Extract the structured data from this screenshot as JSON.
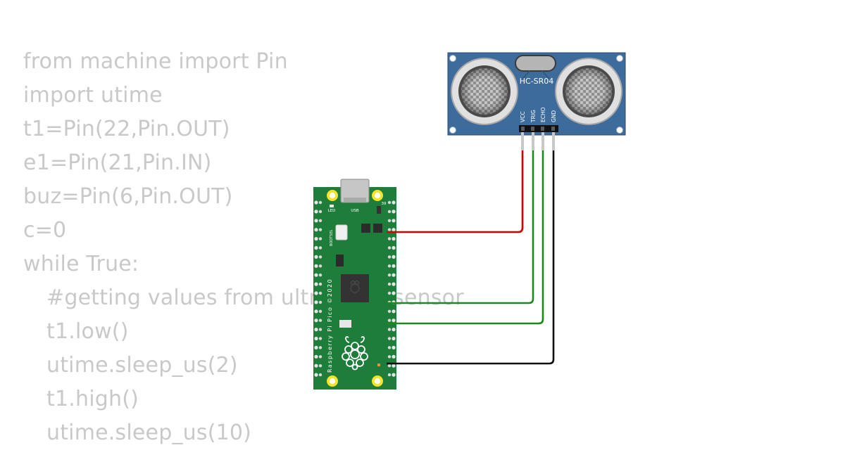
{
  "code": {
    "lines": [
      {
        "text": "from machine import Pin",
        "indent": 0
      },
      {
        "text": "import utime",
        "indent": 0
      },
      {
        "text": "t1=Pin(22,Pin.OUT)",
        "indent": 0
      },
      {
        "text": "e1=Pin(21,Pin.IN)",
        "indent": 0
      },
      {
        "text": "buz=Pin(6,Pin.OUT)",
        "indent": 0
      },
      {
        "text": "c=0",
        "indent": 0
      },
      {
        "text": "while True:",
        "indent": 0
      },
      {
        "text": "#getting values from ultrasonic sensor",
        "indent": 1
      },
      {
        "text": "t1.low()",
        "indent": 1
      },
      {
        "text": "utime.sleep_us(2)",
        "indent": 1
      },
      {
        "text": "t1.high()",
        "indent": 1
      },
      {
        "text": "utime.sleep_us(10)",
        "indent": 1
      }
    ]
  },
  "sensor": {
    "name": "HC-SR04",
    "pins": [
      "VCC",
      "TRIG",
      "ECHO",
      "GND"
    ],
    "board_color": "#3d6b9b"
  },
  "pico": {
    "silkscreen": "Raspberry Pi Pico ©2020",
    "led_label": "LED",
    "usb_label": "USB",
    "bootsel_label": "BOOTSEL",
    "pin_number": "39",
    "board_color": "#1e7d3a"
  },
  "wires": [
    {
      "name": "vcc-wire",
      "color": "#d40000"
    },
    {
      "name": "trig-wire",
      "color": "#1a8a1a"
    },
    {
      "name": "echo-wire",
      "color": "#1a8a1a"
    },
    {
      "name": "gnd-wire",
      "color": "#111111"
    }
  ]
}
